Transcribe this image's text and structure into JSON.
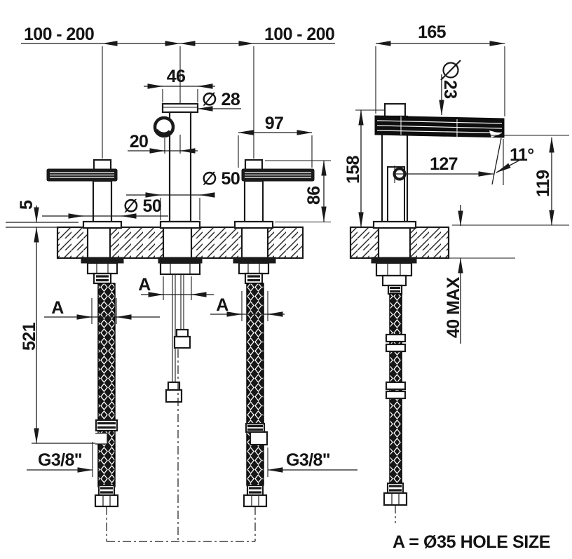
{
  "note": "A = Ø35 HOLE SIZE",
  "front_view": {
    "dims": {
      "left_spacing": "100 - 200",
      "right_spacing": "100 - 200",
      "spout_top_width": "46",
      "spout_diameter": "∅ 28",
      "outlet_offset": "20",
      "handle_length": "97",
      "handle_height": "86",
      "spout_flange_diameter": "∅ 50",
      "handle_flange_diameter": "∅ 50",
      "flange_height": "5",
      "hose_length": "521",
      "hole_left": "A",
      "hole_center": "A",
      "hole_right": "A",
      "thread_left": "G3/8\"",
      "thread_right": "G3/8\""
    }
  },
  "side_view": {
    "dims": {
      "spout_reach": "165",
      "spout_tube_diameter": "23",
      "total_height": "158",
      "outlet_projection": "127",
      "spout_angle": "11°",
      "outlet_height": "119",
      "max_deck_thickness": "40 MAX"
    }
  }
}
